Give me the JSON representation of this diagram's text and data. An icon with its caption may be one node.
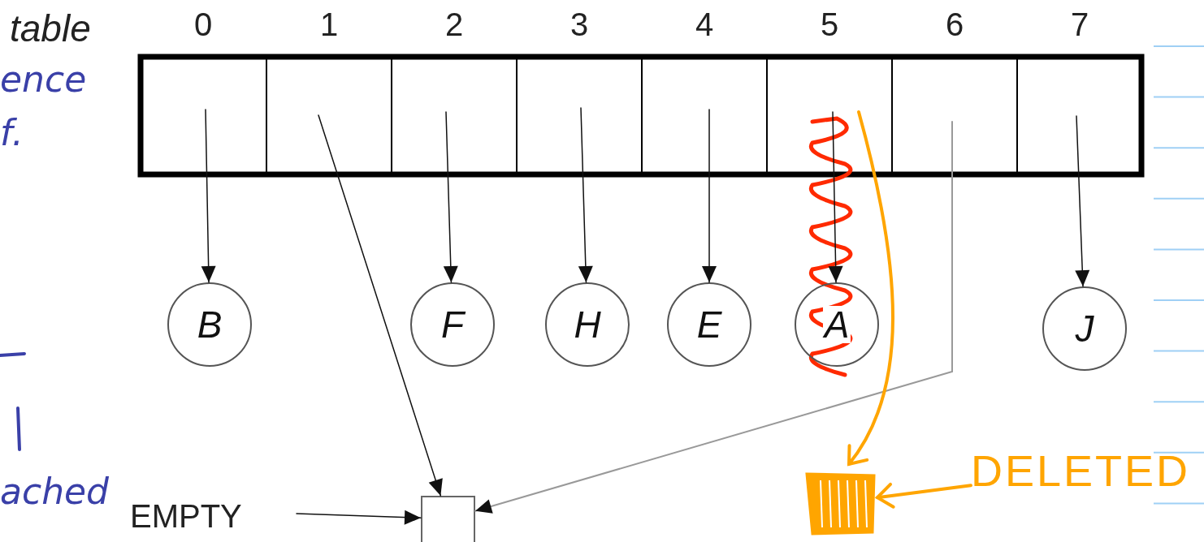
{
  "diagram": {
    "nodes": [
      {
        "text": [
          "0"
        ]
      },
      {
        "text": [
          "1"
        ]
      },
      {
        "text": [
          "2"
        ]
      },
      {
        "text": [
          "3"
        ]
      },
      {
        "text": [
          "4"
        ]
      },
      {
        "text": [
          "5"
        ]
      },
      {
        "text": [
          "6"
        ]
      },
      {
        "text": [
          "7"
        ]
      },
      {
        "text": [
          "B"
        ]
      },
      {
        "text": [
          "F"
        ]
      },
      {
        "text": [
          "H"
        ]
      },
      {
        "text": [
          "E"
        ]
      },
      {
        "text": [
          "A"
        ]
      },
      {
        "text": [
          "J"
        ]
      },
      {
        "text": [
          "EMPTY"
        ]
      },
      {
        "text": [],
        "shape": "box"
      },
      {
        "text": [],
        "shape": "picture"
      },
      {
        "text": [
          "DELETED"
        ]
      }
    ],
    "edges": [
      {
        "from": 0,
        "to": 8,
        "arrow": "to"
      },
      {
        "from": 1,
        "to": 15,
        "arrow": "to"
      },
      {
        "from": 2,
        "to": 9,
        "arrow": "to"
      },
      {
        "from": 3,
        "to": 10,
        "arrow": "to"
      },
      {
        "from": 4,
        "to": 11,
        "arrow": "to"
      },
      {
        "from": 5,
        "to": 12,
        "arrow": "to"
      },
      {
        "from": 6,
        "to": 15,
        "arrow": "to",
        "color": "#999999"
      },
      {
        "from": 7,
        "to": 13,
        "arrow": "to"
      },
      {
        "from": 14,
        "to": 15,
        "arrow": "to"
      },
      {
        "from": 5,
        "to": 16,
        "arrow": "to",
        "style": "thick",
        "color": "#ffa500"
      },
      {
        "from": 17,
        "to": 16,
        "arrow": "to",
        "style": "thick",
        "color": "#ffa500"
      }
    ],
    "labels": [
      "table",
      "ence",
      "f.",
      "ached"
    ]
  }
}
